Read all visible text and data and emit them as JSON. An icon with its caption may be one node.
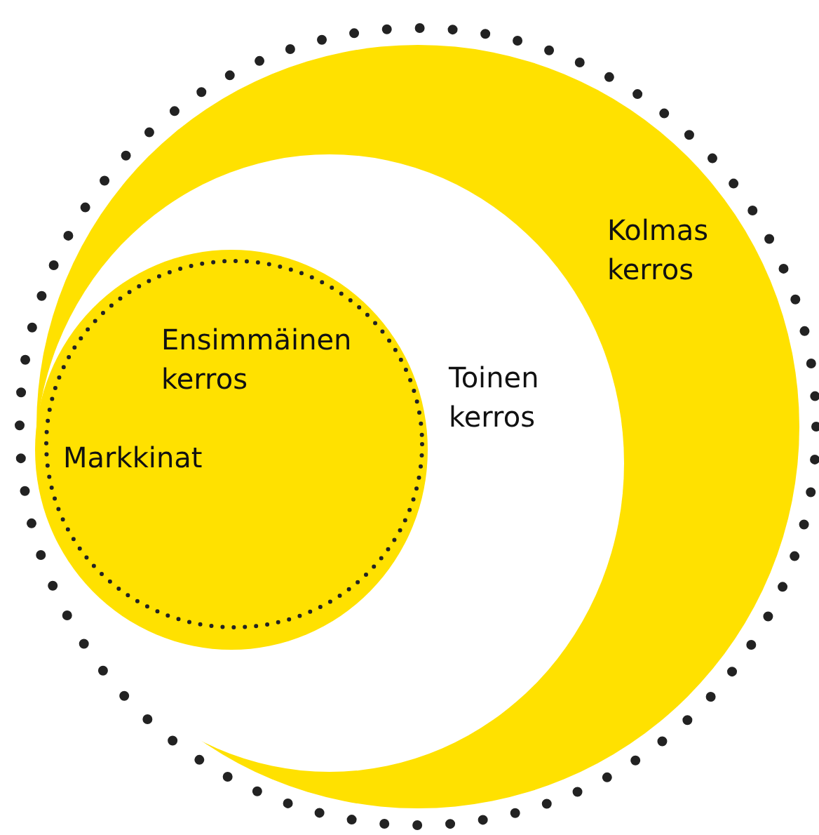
{
  "diagram": {
    "nodes": [
      {
        "text": [
          "Kolmas kerros"
        ]
      },
      {
        "text": [
          "Toinen kerros"
        ],
        "in": 0
      },
      {
        "text": [
          "Ensimmäinen kerros"
        ],
        "in": 1
      }
    ],
    "labels": [
      "Markkinat"
    ]
  }
}
